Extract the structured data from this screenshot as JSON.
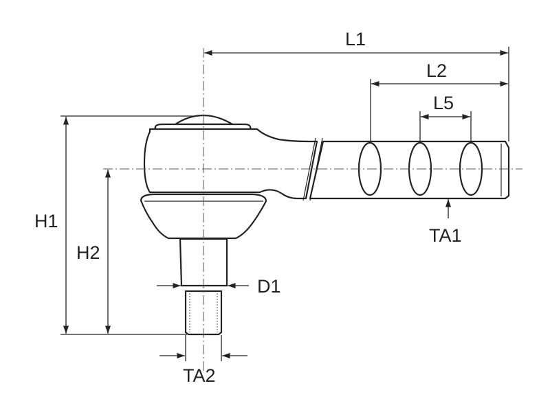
{
  "diagram": {
    "dimension_labels": {
      "L1": "L1",
      "L2": "L2",
      "L5": "L5",
      "H1": "H1",
      "H2": "H2",
      "D1": "D1",
      "TA1": "TA1",
      "TA2": "TA2"
    }
  }
}
